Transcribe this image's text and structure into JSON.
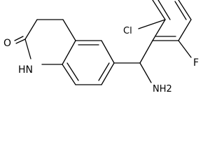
{
  "structure": {
    "atoms": {
      "carbonyl_oxygen": "O",
      "ring_nitrogen": "HN",
      "amine": "NH2",
      "chlorine": "Cl",
      "fluorine": "F"
    },
    "bond_color": "#000000",
    "background": "#ffffff"
  }
}
